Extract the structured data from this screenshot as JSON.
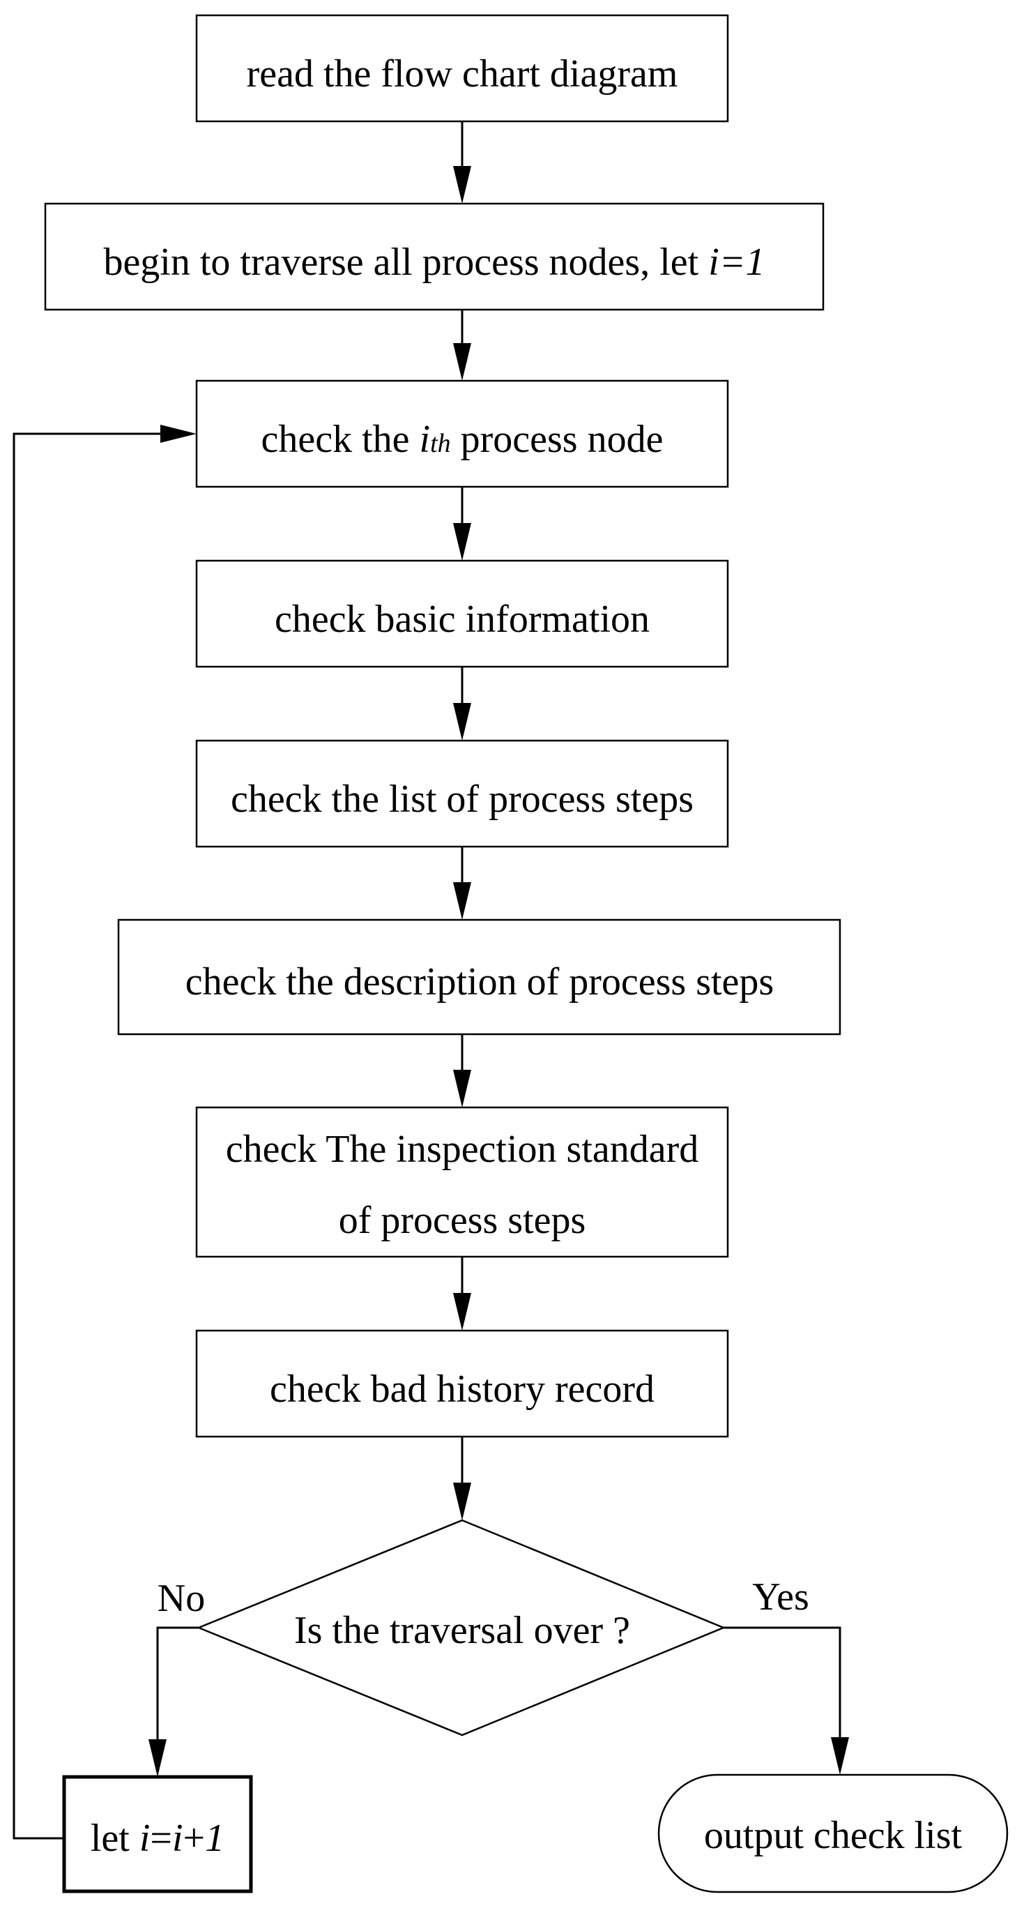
{
  "colors": {
    "stroke": "#000000",
    "fill": "#ffffff",
    "text": "#000000"
  },
  "nodes": {
    "read": {
      "text": "read the flow chart diagram"
    },
    "begin": {
      "text": "begin to traverse all process nodes, let ",
      "var": "i=1"
    },
    "check_node": {
      "pre": "check the ",
      "var": "i",
      "sub": "th",
      "post": " process node"
    },
    "basic": {
      "text": "check basic information"
    },
    "list": {
      "text": "check the list of process steps"
    },
    "description": {
      "text": "check the description of process steps"
    },
    "inspection": {
      "line1": "check The inspection standard",
      "line2": "of process steps"
    },
    "history": {
      "text": "check bad history record"
    },
    "decision": {
      "text": "Is the traversal over ?"
    },
    "increment": {
      "pre": "let ",
      "var": "i",
      "mid": "=",
      "var2": "i",
      "post": "+",
      "num": "1"
    },
    "output": {
      "text": "output check list"
    }
  },
  "edges": {
    "no_label": "No",
    "yes_label": "Yes"
  }
}
